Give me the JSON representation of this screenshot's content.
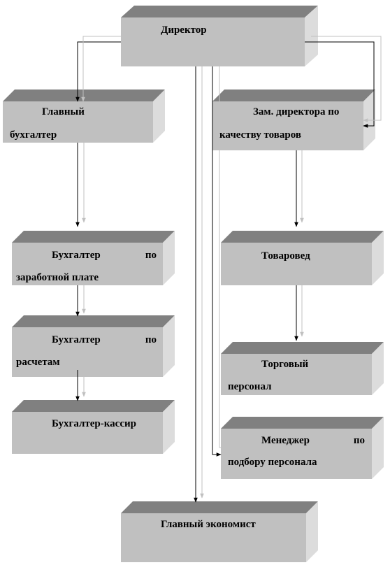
{
  "boxes": {
    "director": "Директор",
    "chief_accountant": [
      "Главный",
      "бухгалтер"
    ],
    "deputy_director": [
      "Зам. директора по",
      "качеству товаров"
    ],
    "payroll_accountant": [
      "Бухгалтер",
      "по",
      "заработной плате"
    ],
    "merchandiser": "Товаровед",
    "settlements_accountant": [
      "Бухгалтер",
      "по",
      "расчетам"
    ],
    "sales_staff": [
      "Торговый",
      "персонал"
    ],
    "cashier_accountant": "Бухгалтер-кассир",
    "recruiting_manager": [
      "Менеджер",
      "по",
      "подбору персонала"
    ],
    "chief_economist": "Главный экономист"
  },
  "colors": {
    "front": "#c0c0c0",
    "top": "#808080",
    "side": "#dcdcdc",
    "arrow_dark": "#000000",
    "arrow_light": "#c0c0c0"
  }
}
